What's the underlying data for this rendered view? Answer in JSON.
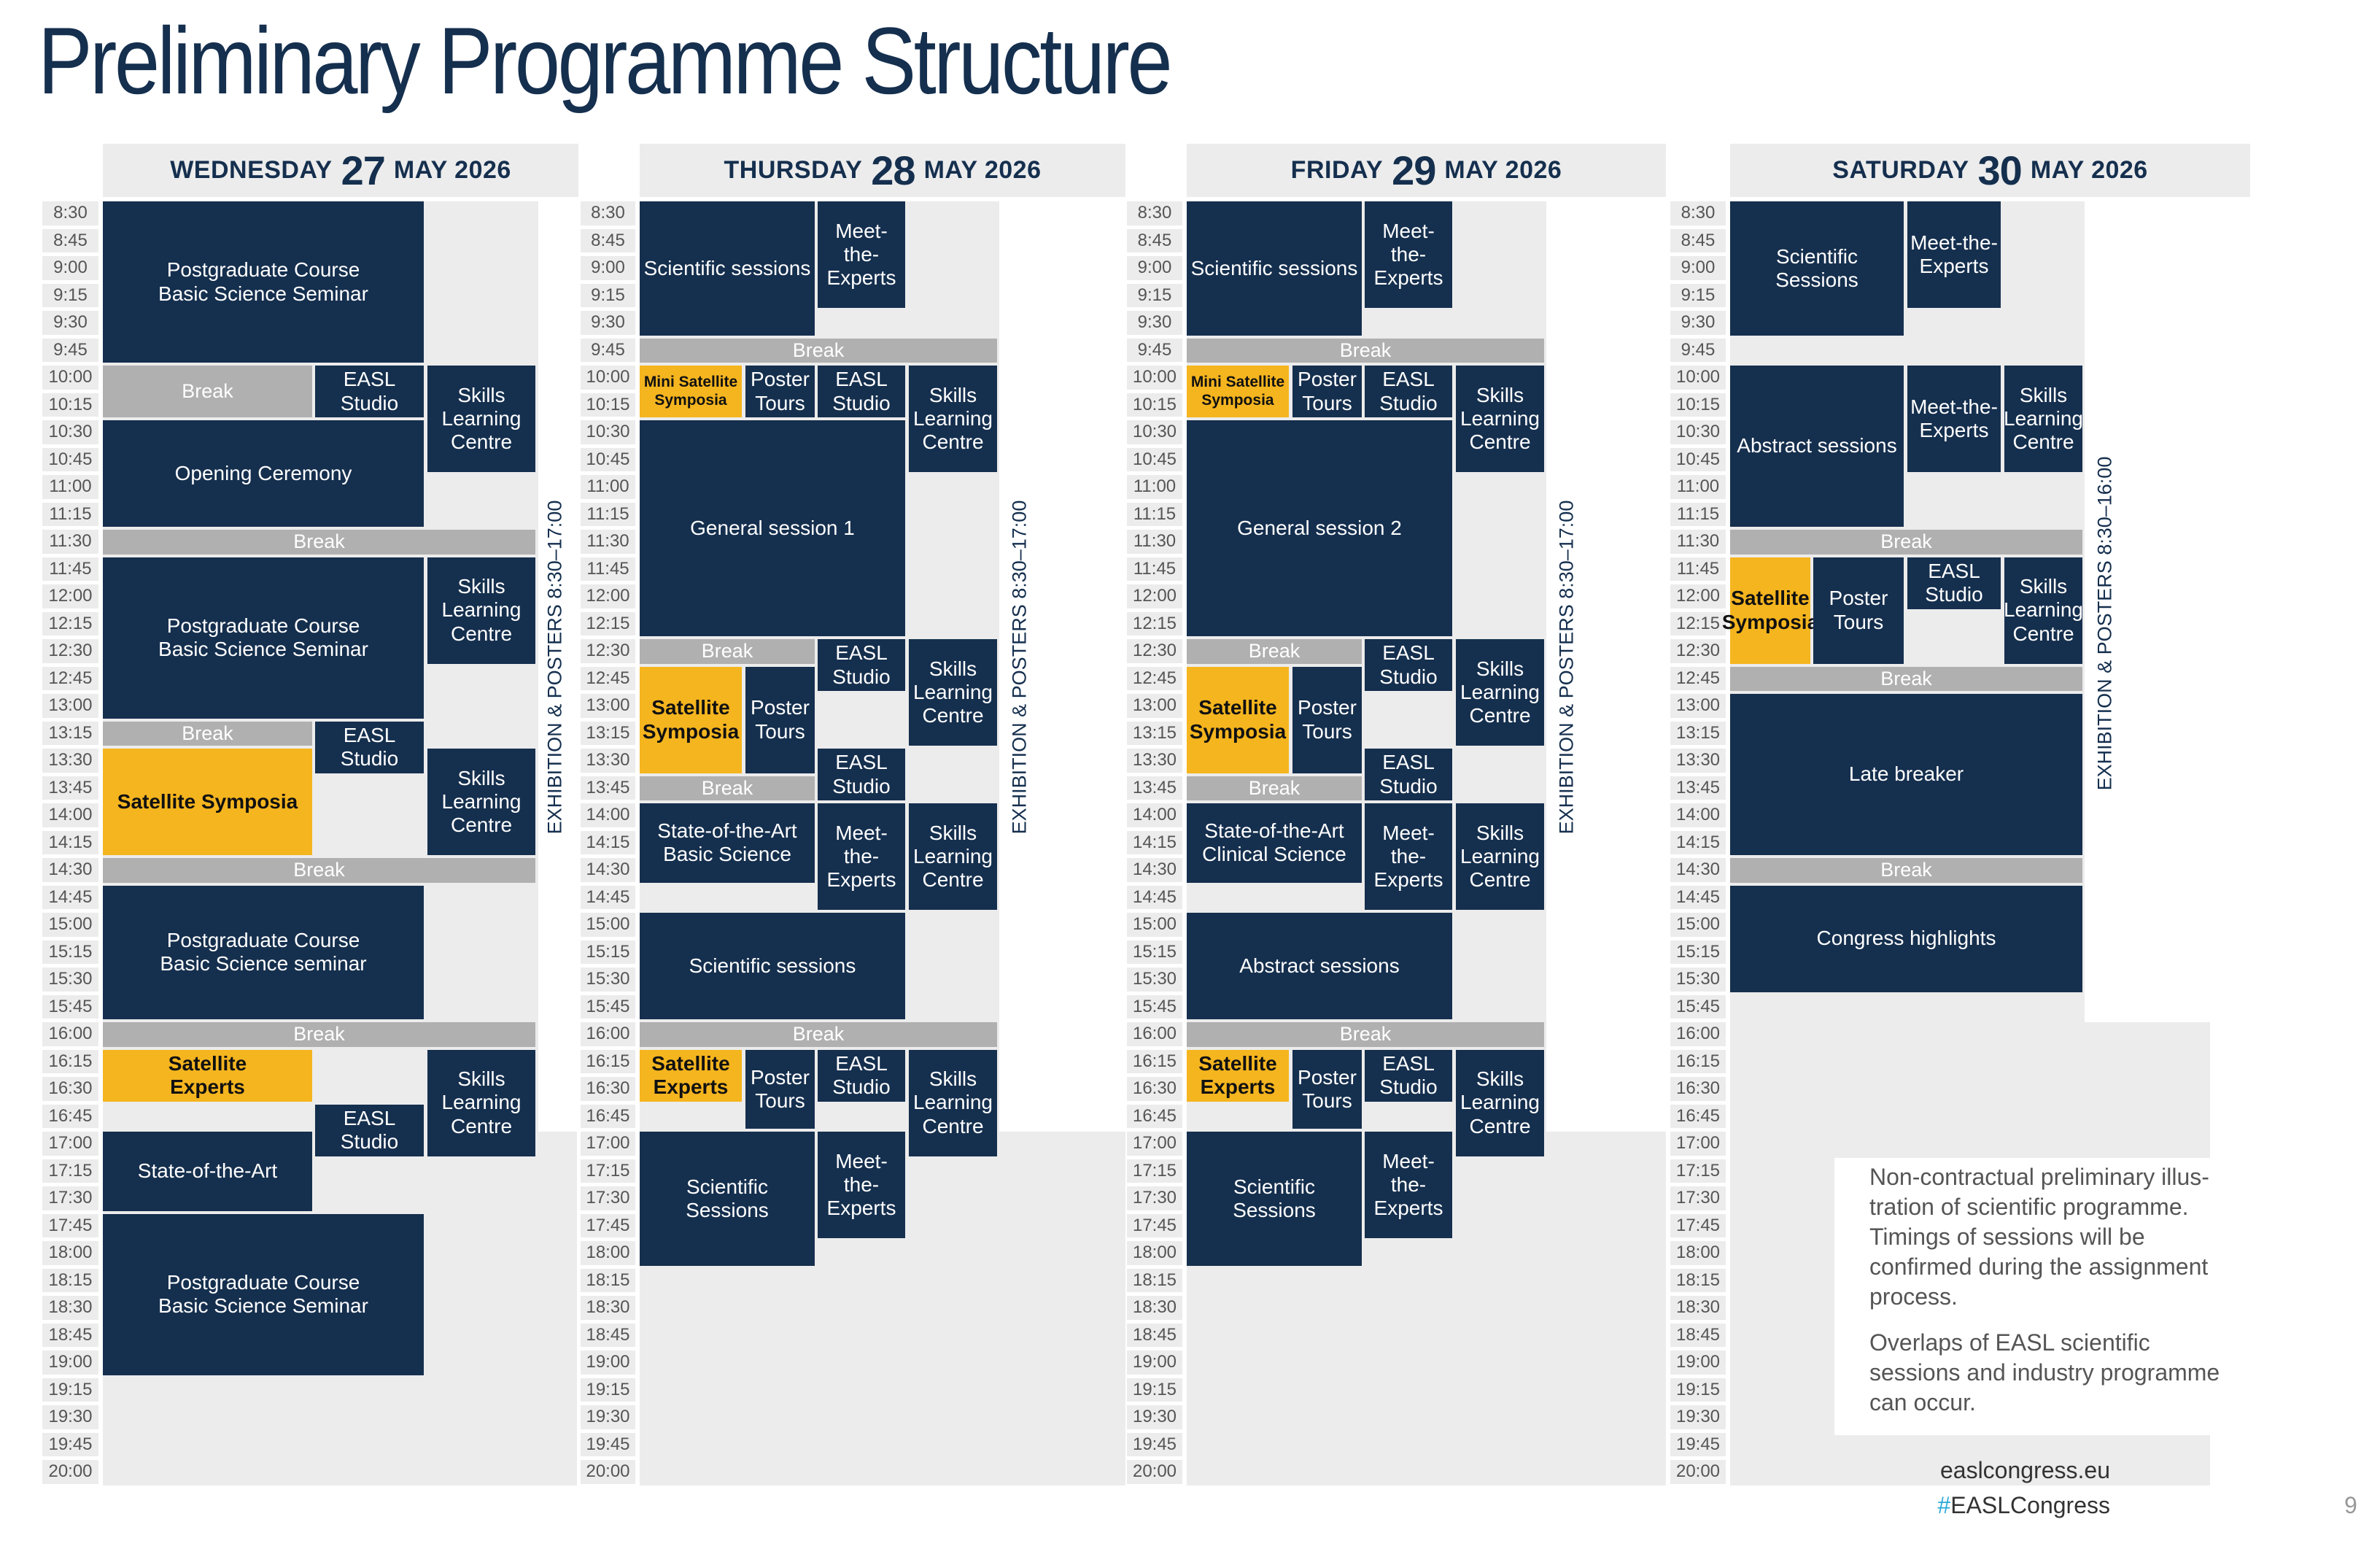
{
  "title": "Preliminary Programme Structure",
  "colors": {
    "navy": "#152f4e",
    "yellow": "#f5b51f",
    "break": "#b0b0b0",
    "grid_bg": "#ececec",
    "hashtag": "#2aa8d8"
  },
  "times": [
    "8:30",
    "8:45",
    "9:00",
    "9:15",
    "9:30",
    "9:45",
    "10:00",
    "10:15",
    "10:30",
    "10:45",
    "11:00",
    "11:15",
    "11:30",
    "11:45",
    "12:00",
    "12:15",
    "12:30",
    "12:45",
    "13:00",
    "13:15",
    "13:30",
    "13:45",
    "14:00",
    "14:15",
    "14:30",
    "14:45",
    "15:00",
    "15:15",
    "15:30",
    "15:45",
    "16:00",
    "16:15",
    "16:30",
    "16:45",
    "17:00",
    "17:15",
    "17:30",
    "17:45",
    "18:00",
    "18:15",
    "18:30",
    "18:45",
    "19:00",
    "19:15",
    "19:30",
    "19:45",
    "20:00"
  ],
  "days": [
    {
      "weekday": "WEDNESDAY",
      "day_number": "27",
      "month_year": "MAY 2026",
      "exhibition": "EXHIBITION & POSTERS 8:30–17:00",
      "sessions": [
        {
          "label": "Postgraduate Course\nBasic Science Seminar",
          "start": "8:30",
          "end": "10:00",
          "cols": [
            0,
            2
          ],
          "style": "navy"
        },
        {
          "label": "Break",
          "start": "10:00",
          "end": "10:30",
          "cols": [
            0,
            1
          ],
          "style": "break"
        },
        {
          "label": "EASL\nStudio",
          "start": "10:00",
          "end": "10:30",
          "cols": [
            1,
            2
          ],
          "style": "navy"
        },
        {
          "label": "Skills\nLearning\nCentre",
          "start": "10:00",
          "end": "11:00",
          "cols": [
            2,
            3
          ],
          "style": "navy"
        },
        {
          "label": "Opening Ceremony",
          "start": "10:30",
          "end": "11:30",
          "cols": [
            0,
            2
          ],
          "style": "navy"
        },
        {
          "label": "Break",
          "start": "11:30",
          "end": "11:45",
          "cols": [
            0,
            3
          ],
          "style": "break"
        },
        {
          "label": "Postgraduate Course\nBasic Science Seminar",
          "start": "11:45",
          "end": "13:15",
          "cols": [
            0,
            2
          ],
          "style": "navy"
        },
        {
          "label": "Skills\nLearning\nCentre",
          "start": "11:45",
          "end": "12:45",
          "cols": [
            2,
            3
          ],
          "style": "navy"
        },
        {
          "label": "Break",
          "start": "13:15",
          "end": "13:30",
          "cols": [
            0,
            1
          ],
          "style": "break"
        },
        {
          "label": "EASL\nStudio",
          "start": "13:15",
          "end": "13:45",
          "cols": [
            1,
            2
          ],
          "style": "navy"
        },
        {
          "label": "Satellite Symposia",
          "start": "13:30",
          "end": "14:30",
          "cols": [
            0,
            1
          ],
          "style": "yellow"
        },
        {
          "label": "Skills\nLearning\nCentre",
          "start": "13:30",
          "end": "14:30",
          "cols": [
            2,
            3
          ],
          "style": "navy"
        },
        {
          "label": "Break",
          "start": "14:30",
          "end": "14:45",
          "cols": [
            0,
            3
          ],
          "style": "break"
        },
        {
          "label": "Postgraduate Course\nBasic Science seminar",
          "start": "14:45",
          "end": "16:00",
          "cols": [
            0,
            2
          ],
          "style": "navy"
        },
        {
          "label": "Break",
          "start": "16:00",
          "end": "16:15",
          "cols": [
            0,
            3
          ],
          "style": "break"
        },
        {
          "label": "Satellite\nExperts",
          "start": "16:15",
          "end": "16:45",
          "cols": [
            0,
            1
          ],
          "style": "yellow"
        },
        {
          "label": "Skills\nLearning\nCentre",
          "start": "16:15",
          "end": "17:15",
          "cols": [
            2,
            3
          ],
          "style": "navy"
        },
        {
          "label": "EASL\nStudio",
          "start": "16:45",
          "end": "17:15",
          "cols": [
            1,
            2
          ],
          "style": "navy"
        },
        {
          "label": "State-of-the-Art",
          "start": "17:00",
          "end": "17:45",
          "cols": [
            0,
            1
          ],
          "style": "navy"
        },
        {
          "label": "Postgraduate Course\nBasic Science Seminar",
          "start": "17:45",
          "end": "19:15",
          "cols": [
            0,
            2
          ],
          "style": "navy"
        }
      ]
    },
    {
      "weekday": "THURSDAY",
      "day_number": "28",
      "month_year": "MAY 2026",
      "exhibition": "EXHIBITION & POSTERS 8:30–17:00",
      "sessions": [
        {
          "label": "Scientific sessions",
          "start": "8:30",
          "end": "9:45",
          "cols": [
            0,
            2
          ],
          "style": "navy"
        },
        {
          "label": "Meet-the-\nExperts",
          "start": "8:30",
          "end": "9:30",
          "cols": [
            2,
            3
          ],
          "style": "navy"
        },
        {
          "label": "Break",
          "start": "9:45",
          "end": "10:00",
          "cols": [
            0,
            4
          ],
          "style": "break"
        },
        {
          "label": "Mini Satellite\nSymposia",
          "start": "10:00",
          "end": "10:30",
          "cols": [
            0,
            1
          ],
          "style": "yellow",
          "small": true
        },
        {
          "label": "Poster\nTours",
          "start": "10:00",
          "end": "10:30",
          "cols": [
            1,
            2
          ],
          "style": "navy"
        },
        {
          "label": "EASL\nStudio",
          "start": "10:00",
          "end": "10:30",
          "cols": [
            2,
            3
          ],
          "style": "navy"
        },
        {
          "label": "Skills\nLearning\nCentre",
          "start": "10:00",
          "end": "11:00",
          "cols": [
            3,
            4
          ],
          "style": "navy"
        },
        {
          "label": "General session 1",
          "start": "10:30",
          "end": "12:30",
          "cols": [
            0,
            3
          ],
          "style": "navy"
        },
        {
          "label": "Break",
          "start": "12:30",
          "end": "12:45",
          "cols": [
            0,
            2
          ],
          "style": "break"
        },
        {
          "label": "EASL\nStudio",
          "start": "12:30",
          "end": "13:00",
          "cols": [
            2,
            3
          ],
          "style": "navy"
        },
        {
          "label": "Skills\nLearning\nCentre",
          "start": "12:30",
          "end": "13:30",
          "cols": [
            3,
            4
          ],
          "style": "navy"
        },
        {
          "label": "Satellite\nSymposia",
          "start": "12:45",
          "end": "13:45",
          "cols": [
            0,
            1
          ],
          "style": "yellow"
        },
        {
          "label": "Poster\nTours",
          "start": "12:45",
          "end": "13:45",
          "cols": [
            1,
            2
          ],
          "style": "navy"
        },
        {
          "label": "EASL\nStudio",
          "start": "13:30",
          "end": "14:00",
          "cols": [
            2,
            3
          ],
          "style": "navy"
        },
        {
          "label": "Break",
          "start": "13:45",
          "end": "14:00",
          "cols": [
            0,
            2
          ],
          "style": "break"
        },
        {
          "label": "State-of-the-Art\nBasic Science",
          "start": "14:00",
          "end": "14:45",
          "cols": [
            0,
            2
          ],
          "style": "navy"
        },
        {
          "label": "Meet-the-\nExperts",
          "start": "14:00",
          "end": "15:00",
          "cols": [
            2,
            3
          ],
          "style": "navy"
        },
        {
          "label": "Skills\nLearning\nCentre",
          "start": "14:00",
          "end": "15:00",
          "cols": [
            3,
            4
          ],
          "style": "navy"
        },
        {
          "label": "Scientific sessions",
          "start": "15:00",
          "end": "16:00",
          "cols": [
            0,
            3
          ],
          "style": "navy"
        },
        {
          "label": "Break",
          "start": "16:00",
          "end": "16:15",
          "cols": [
            0,
            4
          ],
          "style": "break"
        },
        {
          "label": "Satellite\nExperts",
          "start": "16:15",
          "end": "16:45",
          "cols": [
            0,
            1
          ],
          "style": "yellow"
        },
        {
          "label": "Poster\nTours",
          "start": "16:15",
          "end": "17:00",
          "cols": [
            1,
            2
          ],
          "style": "navy"
        },
        {
          "label": "EASL\nStudio",
          "start": "16:15",
          "end": "16:45",
          "cols": [
            2,
            3
          ],
          "style": "navy"
        },
        {
          "label": "Skills\nLearning\nCentre",
          "start": "16:15",
          "end": "17:15",
          "cols": [
            3,
            4
          ],
          "style": "navy"
        },
        {
          "label": "Scientific Sessions",
          "start": "17:00",
          "end": "18:15",
          "cols": [
            0,
            2
          ],
          "style": "navy"
        },
        {
          "label": "Meet-the-\nExperts",
          "start": "17:00",
          "end": "18:00",
          "cols": [
            2,
            3
          ],
          "style": "navy"
        }
      ]
    },
    {
      "weekday": "FRIDAY",
      "day_number": "29",
      "month_year": "MAY 2026",
      "exhibition": "EXHIBITION & POSTERS 8:30–17:00",
      "sessions": [
        {
          "label": "Scientific sessions",
          "start": "8:30",
          "end": "9:45",
          "cols": [
            0,
            2
          ],
          "style": "navy"
        },
        {
          "label": "Meet-the-\nExperts",
          "start": "8:30",
          "end": "9:30",
          "cols": [
            2,
            3
          ],
          "style": "navy"
        },
        {
          "label": "Break",
          "start": "9:45",
          "end": "10:00",
          "cols": [
            0,
            4
          ],
          "style": "break"
        },
        {
          "label": "Mini Satellite\nSymposia",
          "start": "10:00",
          "end": "10:30",
          "cols": [
            0,
            1
          ],
          "style": "yellow",
          "small": true
        },
        {
          "label": "Poster\nTours",
          "start": "10:00",
          "end": "10:30",
          "cols": [
            1,
            2
          ],
          "style": "navy"
        },
        {
          "label": "EASL\nStudio",
          "start": "10:00",
          "end": "10:30",
          "cols": [
            2,
            3
          ],
          "style": "navy"
        },
        {
          "label": "Skills\nLearning\nCentre",
          "start": "10:00",
          "end": "11:00",
          "cols": [
            3,
            4
          ],
          "style": "navy"
        },
        {
          "label": "General session 2",
          "start": "10:30",
          "end": "12:30",
          "cols": [
            0,
            3
          ],
          "style": "navy"
        },
        {
          "label": "Break",
          "start": "12:30",
          "end": "12:45",
          "cols": [
            0,
            2
          ],
          "style": "break"
        },
        {
          "label": "EASL\nStudio",
          "start": "12:30",
          "end": "13:00",
          "cols": [
            2,
            3
          ],
          "style": "navy"
        },
        {
          "label": "Skills\nLearning\nCentre",
          "start": "12:30",
          "end": "13:30",
          "cols": [
            3,
            4
          ],
          "style": "navy"
        },
        {
          "label": "Satellite\nSymposia",
          "start": "12:45",
          "end": "13:45",
          "cols": [
            0,
            1
          ],
          "style": "yellow"
        },
        {
          "label": "Poster\nTours",
          "start": "12:45",
          "end": "13:45",
          "cols": [
            1,
            2
          ],
          "style": "navy"
        },
        {
          "label": "EASL\nStudio",
          "start": "13:30",
          "end": "14:00",
          "cols": [
            2,
            3
          ],
          "style": "navy"
        },
        {
          "label": "Break",
          "start": "13:45",
          "end": "14:00",
          "cols": [
            0,
            2
          ],
          "style": "break"
        },
        {
          "label": "State-of-the-Art\nClinical Science",
          "start": "14:00",
          "end": "14:45",
          "cols": [
            0,
            2
          ],
          "style": "navy"
        },
        {
          "label": "Meet-the-\nExperts",
          "start": "14:00",
          "end": "15:00",
          "cols": [
            2,
            3
          ],
          "style": "navy"
        },
        {
          "label": "Skills\nLearning\nCentre",
          "start": "14:00",
          "end": "15:00",
          "cols": [
            3,
            4
          ],
          "style": "navy"
        },
        {
          "label": "Abstract sessions",
          "start": "15:00",
          "end": "16:00",
          "cols": [
            0,
            3
          ],
          "style": "navy"
        },
        {
          "label": "Break",
          "start": "16:00",
          "end": "16:15",
          "cols": [
            0,
            4
          ],
          "style": "break"
        },
        {
          "label": "Satellite\nExperts",
          "start": "16:15",
          "end": "16:45",
          "cols": [
            0,
            1
          ],
          "style": "yellow"
        },
        {
          "label": "Poster\nTours",
          "start": "16:15",
          "end": "17:00",
          "cols": [
            1,
            2
          ],
          "style": "navy"
        },
        {
          "label": "EASL\nStudio",
          "start": "16:15",
          "end": "16:45",
          "cols": [
            2,
            3
          ],
          "style": "navy"
        },
        {
          "label": "Skills\nLearning\nCentre",
          "start": "16:15",
          "end": "17:15",
          "cols": [
            3,
            4
          ],
          "style": "navy"
        },
        {
          "label": "Scientific Sessions",
          "start": "17:00",
          "end": "18:15",
          "cols": [
            0,
            2
          ],
          "style": "navy"
        },
        {
          "label": "Meet-the-\nExperts",
          "start": "17:00",
          "end": "18:00",
          "cols": [
            2,
            3
          ],
          "style": "navy"
        }
      ]
    },
    {
      "weekday": "SATURDAY",
      "day_number": "30",
      "month_year": "MAY 2026",
      "exhibition": "EXHIBITION & POSTERS 8:30–16:00",
      "sessions": [
        {
          "label": "Scientific Sessions",
          "start": "8:30",
          "end": "9:45",
          "cols": [
            0,
            2
          ],
          "style": "navy"
        },
        {
          "label": "Meet-the-\nExperts",
          "start": "8:30",
          "end": "9:30",
          "cols": [
            2,
            3
          ],
          "style": "navy"
        },
        {
          "label": "Abstract sessions",
          "start": "10:00",
          "end": "11:30",
          "cols": [
            0,
            2
          ],
          "style": "navy"
        },
        {
          "label": "Meet-the-\nExperts",
          "start": "10:00",
          "end": "11:00",
          "cols": [
            2,
            3
          ],
          "style": "navy"
        },
        {
          "label": "Skills\nLearning\nCentre",
          "start": "10:00",
          "end": "11:00",
          "cols": [
            3,
            4
          ],
          "style": "navy"
        },
        {
          "label": "Break",
          "start": "11:30",
          "end": "11:45",
          "cols": [
            0,
            4
          ],
          "style": "break"
        },
        {
          "label": "Satellite\nSymposia",
          "start": "11:45",
          "end": "12:45",
          "cols": [
            0,
            1
          ],
          "style": "yellow"
        },
        {
          "label": "Poster\nTours",
          "start": "11:45",
          "end": "12:45",
          "cols": [
            1,
            2
          ],
          "style": "navy"
        },
        {
          "label": "EASL\nStudio",
          "start": "11:45",
          "end": "12:15",
          "cols": [
            2,
            3
          ],
          "style": "navy"
        },
        {
          "label": "Skills\nLearning\nCentre",
          "start": "11:45",
          "end": "12:45",
          "cols": [
            3,
            4
          ],
          "style": "navy"
        },
        {
          "label": "Break",
          "start": "12:45",
          "end": "13:00",
          "cols": [
            0,
            4
          ],
          "style": "break"
        },
        {
          "label": "Late breaker",
          "start": "13:00",
          "end": "14:30",
          "cols": [
            0,
            4
          ],
          "style": "navy"
        },
        {
          "label": "Break",
          "start": "14:30",
          "end": "14:45",
          "cols": [
            0,
            4
          ],
          "style": "break"
        },
        {
          "label": "Congress highlights",
          "start": "14:45",
          "end": "15:45",
          "cols": [
            0,
            4
          ],
          "style": "navy"
        }
      ]
    }
  ],
  "note": {
    "paragraph1": "Non-contractual preliminary illus-tration of scientific programme. Timings of sessions will be confirmed during the assignment process.",
    "paragraph2": "Overlaps of EASL scientific sessions and industry programme can occur."
  },
  "footer": {
    "url": "easlcongress.eu",
    "hashtag_symbol": "#",
    "hashtag_text": "EASLCongress",
    "page_number": "9"
  }
}
